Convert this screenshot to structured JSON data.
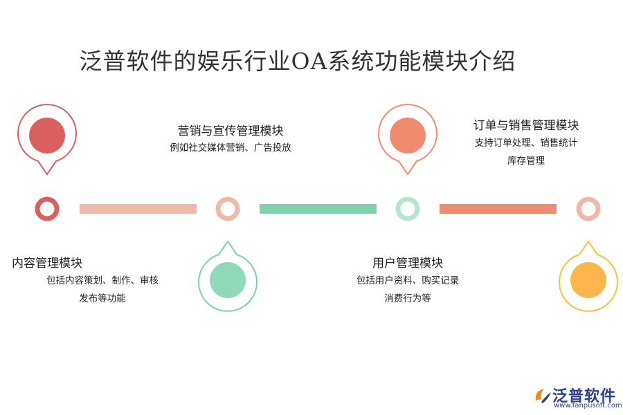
{
  "title": "泛普软件的娱乐行业OA系统功能模块介绍",
  "modules": [
    {
      "heading": "内容管理模块",
      "desc_line1": "包括内容策划、制作、审核",
      "desc_line2": "发布等功能",
      "color": "#d9605f"
    },
    {
      "heading": "营销与宣传管理模块",
      "desc_line1": "例如社交媒体营销、广告投放",
      "color": "#8ed9b7"
    },
    {
      "heading": "用户管理模块",
      "desc_line1": "包括用户资料、购买记录",
      "desc_line2": "消费行为等",
      "color": "#f18b70"
    },
    {
      "heading": "订单与销售管理模块",
      "desc_line1": "支持订单处理、销售统计",
      "desc_line2": "库存管理",
      "color": "#fdb64c"
    }
  ],
  "connector_colors": [
    "#f1b8a8",
    "#7fd3a8",
    "#f18b70"
  ],
  "logo": {
    "name": "泛普软件",
    "url": "www.fanpusoft.com",
    "color": "#2a3f8f"
  }
}
